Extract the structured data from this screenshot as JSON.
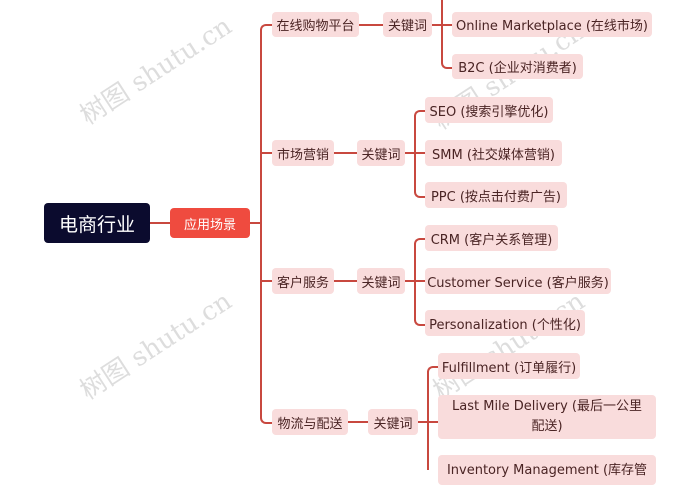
{
  "root": {
    "label": "电商行业"
  },
  "category": {
    "label": "应用场景"
  },
  "branches": [
    {
      "label": "在线购物平台",
      "keyword_label": "关键词",
      "items": [
        "Online Marketplace (在线市场)",
        "B2C (企业对消费者)"
      ]
    },
    {
      "label": "市场营销",
      "keyword_label": "关键词",
      "items": [
        "SEO (搜索引擎优化)",
        "SMM (社交媒体营销)",
        "PPC (按点击付费广告)"
      ]
    },
    {
      "label": "客户服务",
      "keyword_label": "关键词",
      "items": [
        "CRM (客户关系管理)",
        "Customer Service (客户服务)",
        "Personalization (个性化)"
      ]
    },
    {
      "label": "物流与配送",
      "keyword_label": "关键词",
      "items": [
        "Fulfillment (订单履行)",
        "Last Mile Delivery (最后一公里配送)",
        "Inventory Management (库存管"
      ]
    }
  ],
  "watermark": {
    "text": "树图 shutu.cn"
  },
  "colors": {
    "root_bg": "#0b0b2e",
    "category_bg": "#ef4b3f",
    "node_bg": "#f9dcdc",
    "line": "#c8483f",
    "text": "#4a2424"
  }
}
